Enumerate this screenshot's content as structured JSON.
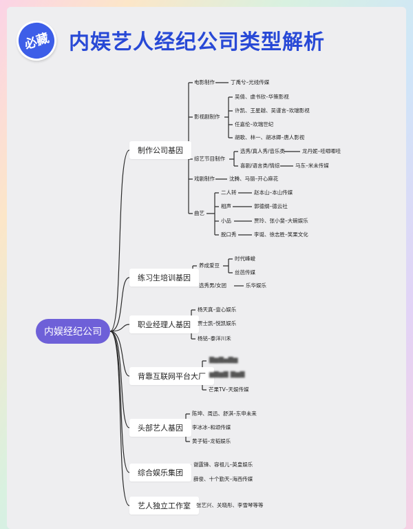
{
  "header": {
    "badge": "必藏",
    "title": "内娱艺人经纪公司类型解析"
  },
  "root": "内娱经纪公司",
  "branches": {
    "production": {
      "label": "制作公司基因",
      "film": {
        "label": "电影制作",
        "item": "丁禹兮–光线传媒"
      },
      "tv": {
        "label": "影视剧制作",
        "items": [
          "吴倩、虞书欣–华策影视",
          "许凯、王星越、吴谨言–欢瑞影视",
          "任嘉伦–欢瑞世纪",
          "胡歌、林一、胡冰卿–唐人影视"
        ]
      },
      "variety": {
        "label": "综艺节目制作",
        "sub1": "选秀/真人秀/音乐类",
        "sub1_item": "龙丹妮–哇唧唧哇",
        "sub2": "喜剧/语言类/情综",
        "sub2_item": "马东–米未传媒"
      },
      "drama": {
        "label": "戏剧制作",
        "item": "沈腾、马丽–开心麻花"
      },
      "quyi": {
        "label": "曲艺",
        "items": [
          {
            "k": "二人转",
            "v": "赵本山–本山传媒"
          },
          {
            "k": "相声",
            "v": "郭德纲–德云社"
          },
          {
            "k": "小品",
            "v": "贾玲、张小斐–大碗娱乐"
          },
          {
            "k": "脱口秀",
            "v": "李诞、徐志胜–笑果文化"
          }
        ]
      }
    },
    "trainee": {
      "label": "练习生培训基因",
      "sub1": "养成爱豆",
      "sub1_items": [
        "时代峰峻",
        "丝芭传媒"
      ],
      "sub2": "选秀男/女团",
      "sub2_item": "乐华娱乐"
    },
    "manager": {
      "label": "职业经理人基因",
      "items": [
        "杨天真–壹心娱乐",
        "贾士凯–悦凯娱乐",
        "杨铭–泰洋川禾"
      ]
    },
    "internet": {
      "label": "背靠互联网平台大厂",
      "items": [
        "芒果TV–天娱传媒"
      ]
    },
    "artist": {
      "label": "头部艺人基因",
      "items": [
        "陈坤、周迅、舒淇–东申未来",
        "李冰冰–和颂传媒",
        "黄子韬–龙韬娱乐"
      ]
    },
    "group": {
      "label": "综合娱乐集团",
      "items": [
        "谢霆锋、容祖儿–英皇娱乐",
        "薛俊、十个勤天–海西传媒"
      ]
    },
    "studio": {
      "label": "艺人独立工作室",
      "item": "张艺兴、关晓彤、李雪琴等等"
    }
  }
}
